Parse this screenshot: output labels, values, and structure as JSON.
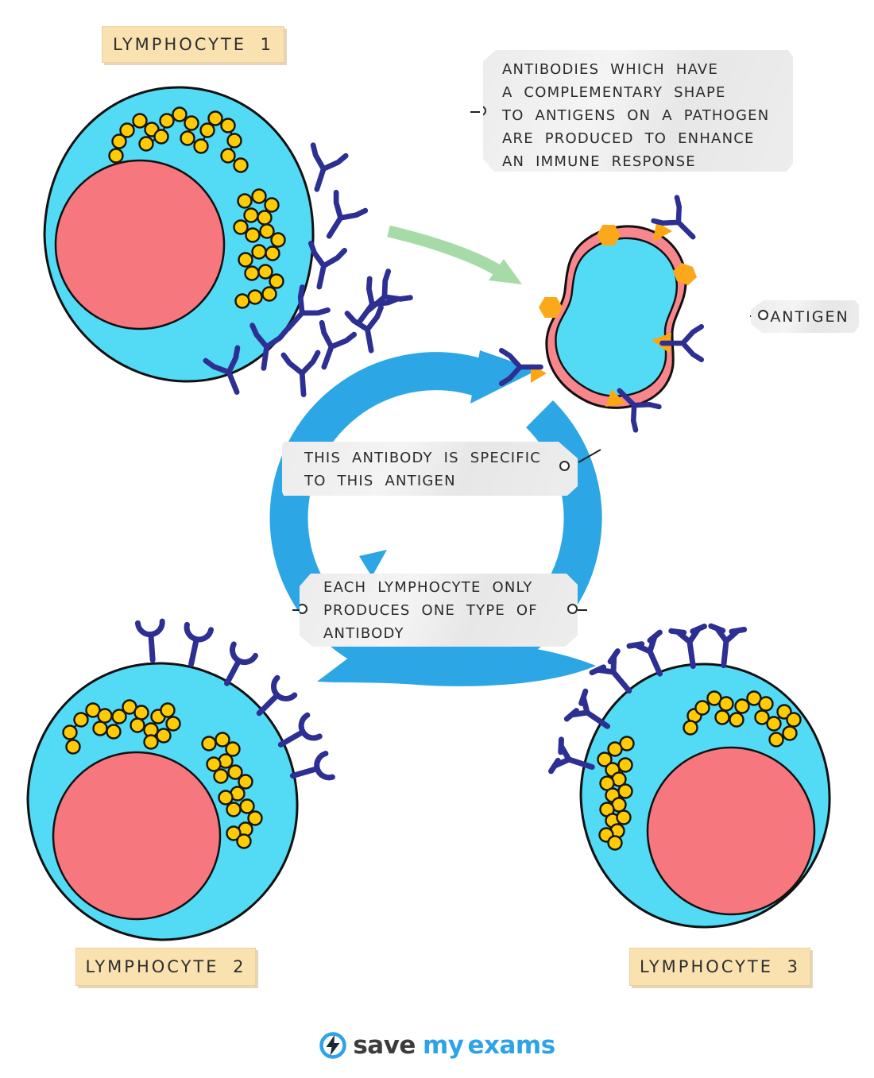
{
  "cell_labels": {
    "lymphocyte1": "LYMPHOCYTE 1",
    "lymphocyte2": "LYMPHOCYTE 2",
    "lymphocyte3": "LYMPHOCYTE 3"
  },
  "callouts": {
    "antibody_production": {
      "lines": [
        "ANTIBODIES WHICH HAVE",
        "A COMPLEMENTARY SHAPE",
        "TO ANTIGENS ON A PATHOGEN",
        "ARE PRODUCED TO ENHANCE",
        "AN IMMUNE RESPONSE"
      ]
    },
    "antibody_specific": {
      "lines": [
        "THIS ANTIBODY IS SPECIFIC",
        "TO THIS ANTIGEN"
      ]
    },
    "one_type": {
      "lines": [
        "EACH LYMPHOCYTE ONLY",
        "PRODUCES ONE TYPE OF",
        "ANTIBODY"
      ]
    },
    "antigen_tag": "ANTIGEN"
  },
  "logo": {
    "word1": "save",
    "word2": "my",
    "word3": "exams"
  },
  "icons": {
    "antibody": "Y-shape navy antibody",
    "receptor_cup": "Y-shape receptor with cupped tip",
    "receptor_flat": "Y-shape receptor with flat tips",
    "antigen": "orange hexagon",
    "binding_site": "orange triangle",
    "cycle_arrow": "blue circular arrow",
    "green_arrow": "green curved arrow",
    "logo_bolt": "lightning bolt in circle"
  },
  "colors": {
    "cell_cytoplasm": "#53DAF4",
    "nucleus": "#F7777F",
    "ribosome_yellow": "#FFCB05",
    "antibody_navy": "#2D2F92",
    "cycle_blue": "#2CA6E4",
    "green_arrow": "#A6DBA8",
    "pathogen_membrane": "#F8868D",
    "antigen_orange": "#FBA81A",
    "label_tan": "#FAE2B0",
    "tag_gray": "#ECECEC",
    "logo_blue": "#2EA3E8"
  }
}
